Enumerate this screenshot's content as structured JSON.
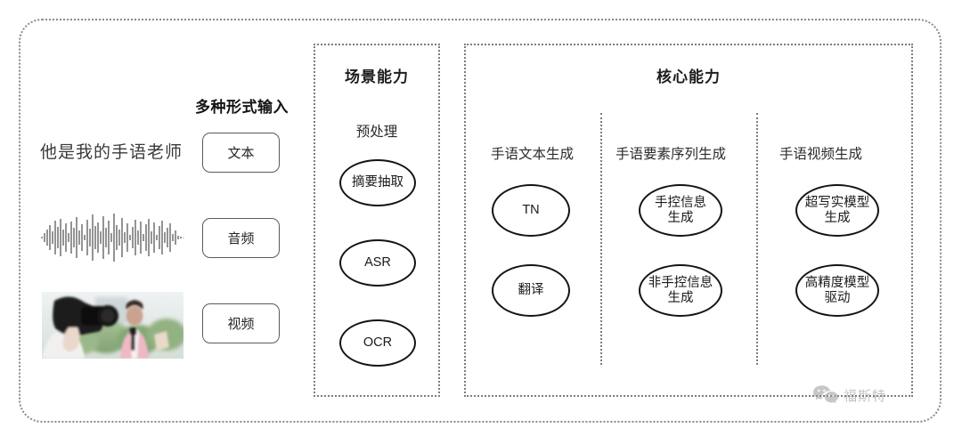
{
  "diagram": {
    "outer_frame": {
      "style": "dotted-rounded"
    },
    "input_section": {
      "heading": "多种形式输入",
      "sample_text": "他是我的手语老师",
      "waveform_alt": "audio-waveform",
      "video_alt": "video-thumbnail-cameraman-and-reporter",
      "chips": [
        {
          "label": "文本"
        },
        {
          "label": "音频"
        },
        {
          "label": "视频"
        }
      ]
    },
    "scene_panel": {
      "title": "场景能力",
      "sub_label": "预处理",
      "nodes": [
        {
          "label": "摘要抽取"
        },
        {
          "label": "ASR"
        },
        {
          "label": "OCR"
        }
      ]
    },
    "core_panel": {
      "title": "核心能力",
      "columns": [
        {
          "label": "手语文本生成",
          "nodes": [
            {
              "label": "TN"
            },
            {
              "label": "翻译"
            }
          ]
        },
        {
          "label": "手语要素序列生成",
          "nodes": [
            {
              "label": "手控信息\n生成"
            },
            {
              "label": "非手控信息\n生成"
            }
          ]
        },
        {
          "label": "手语视频生成",
          "nodes": [
            {
              "label": "超写实模型\n生成"
            },
            {
              "label": "高精度模型\n驱动"
            }
          ]
        }
      ]
    },
    "watermark": {
      "icon": "wechat-icon",
      "label": "福斯特"
    },
    "colors": {
      "frame": "#8a8a8a",
      "panel_border": "#7d7d7d",
      "node_border": "#141414",
      "chip_border": "#5a5a5a",
      "text": "#262626",
      "watermark": "#8f8f8f"
    }
  }
}
